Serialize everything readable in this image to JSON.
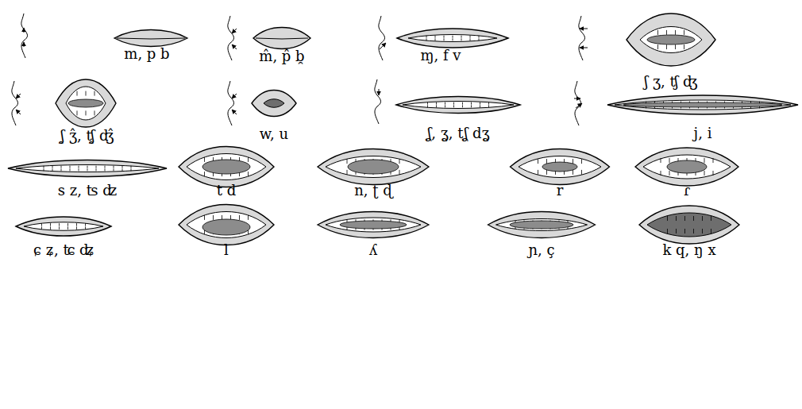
{
  "diagram": {
    "labels": [
      "m, p b",
      "m̂, p̂ b̯",
      "ɱ, f v",
      "ʃ ʒ, ʧ ʤ",
      "ʃ̯ ʒ̂, ʧ̯ ʤ̂",
      "w, u",
      "ʆ, ʓ, tʆ dʓ",
      "j, i",
      "s z, ʦ ʣ",
      "t d",
      "n, ʈ ɖ",
      "r",
      "ɾ",
      "ɕ ʑ, ʨ ʥ",
      "l",
      "ʎ",
      "ɲ, ç",
      "k q, ŋ x"
    ]
  }
}
